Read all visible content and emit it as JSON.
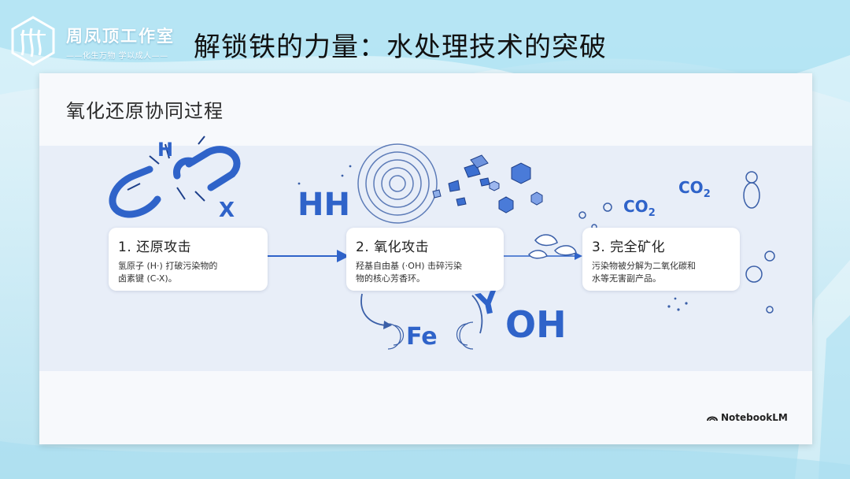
{
  "header": {
    "brand_name": "周凤顶工作室",
    "brand_slogan": "——化生万物  学以成人——",
    "title": "解锁铁的力量：水处理技术的突破"
  },
  "slide": {
    "title": "氧化还原协同过程",
    "steps": [
      {
        "title": "1. 还原攻击",
        "desc_line1": "氢原子 (H·) 打破污染物的",
        "desc_line2": "卤素键 (C-X)。"
      },
      {
        "title": "2. 氧化攻击",
        "desc_line1": "羟基自由基 (·OH) 击碎污染",
        "desc_line2": "物的核心芳香环。"
      },
      {
        "title": "3. 完全矿化",
        "desc_line1": "污染物被分解为二氧化碳和",
        "desc_line2": "水等无害副产品。"
      }
    ],
    "labels": {
      "h": "H",
      "x": "X",
      "hh": "HH",
      "fe": "Fe",
      "oh": "OH",
      "y": "Y",
      "co2_a": "CO",
      "co2_b": "CO",
      "sub2": "2"
    },
    "footer": "NotebookLM"
  },
  "colors": {
    "accent_blue": "#2f63c9",
    "band": "#e8eef8"
  }
}
